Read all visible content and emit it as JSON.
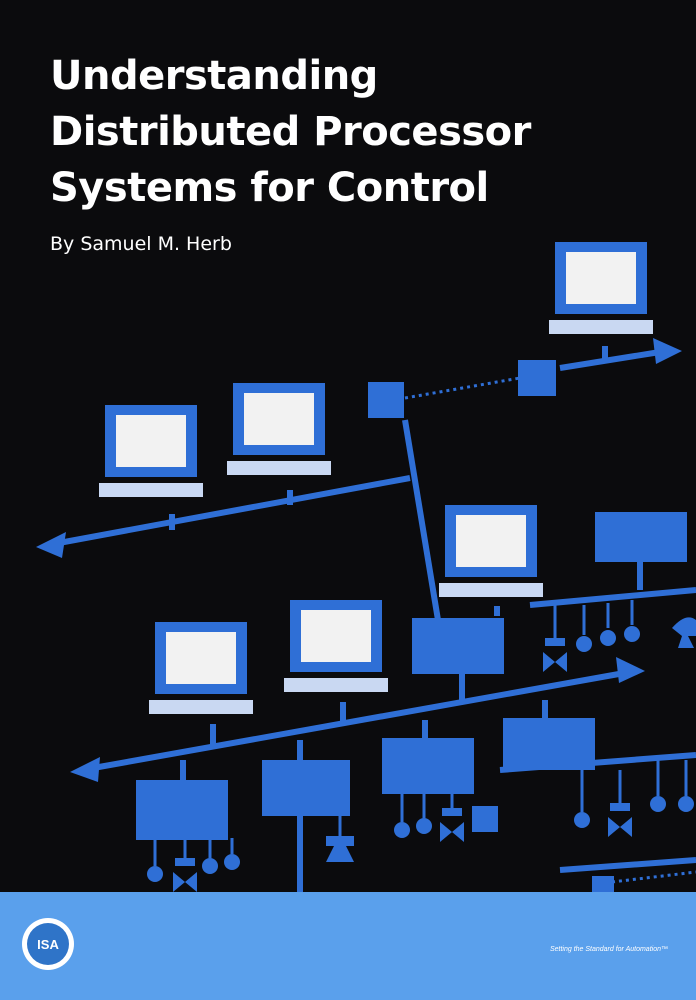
{
  "book": {
    "title_lines": [
      "Understanding",
      "Distributed Processor",
      "Systems for Control"
    ],
    "author": "By Samuel M. Herb"
  },
  "footer": {
    "logo_text": "ISA",
    "tagline": "Setting the Standard for Automation™"
  },
  "colors": {
    "background": "#0b0b0d",
    "network_blue": "#2f6fd6",
    "screen": "#f2f2f2",
    "band": "#5aa0ec"
  },
  "icons": [
    "workstation-icon",
    "controller-box-icon",
    "sensor-icon",
    "valve-icon",
    "network-arrow-icon"
  ]
}
